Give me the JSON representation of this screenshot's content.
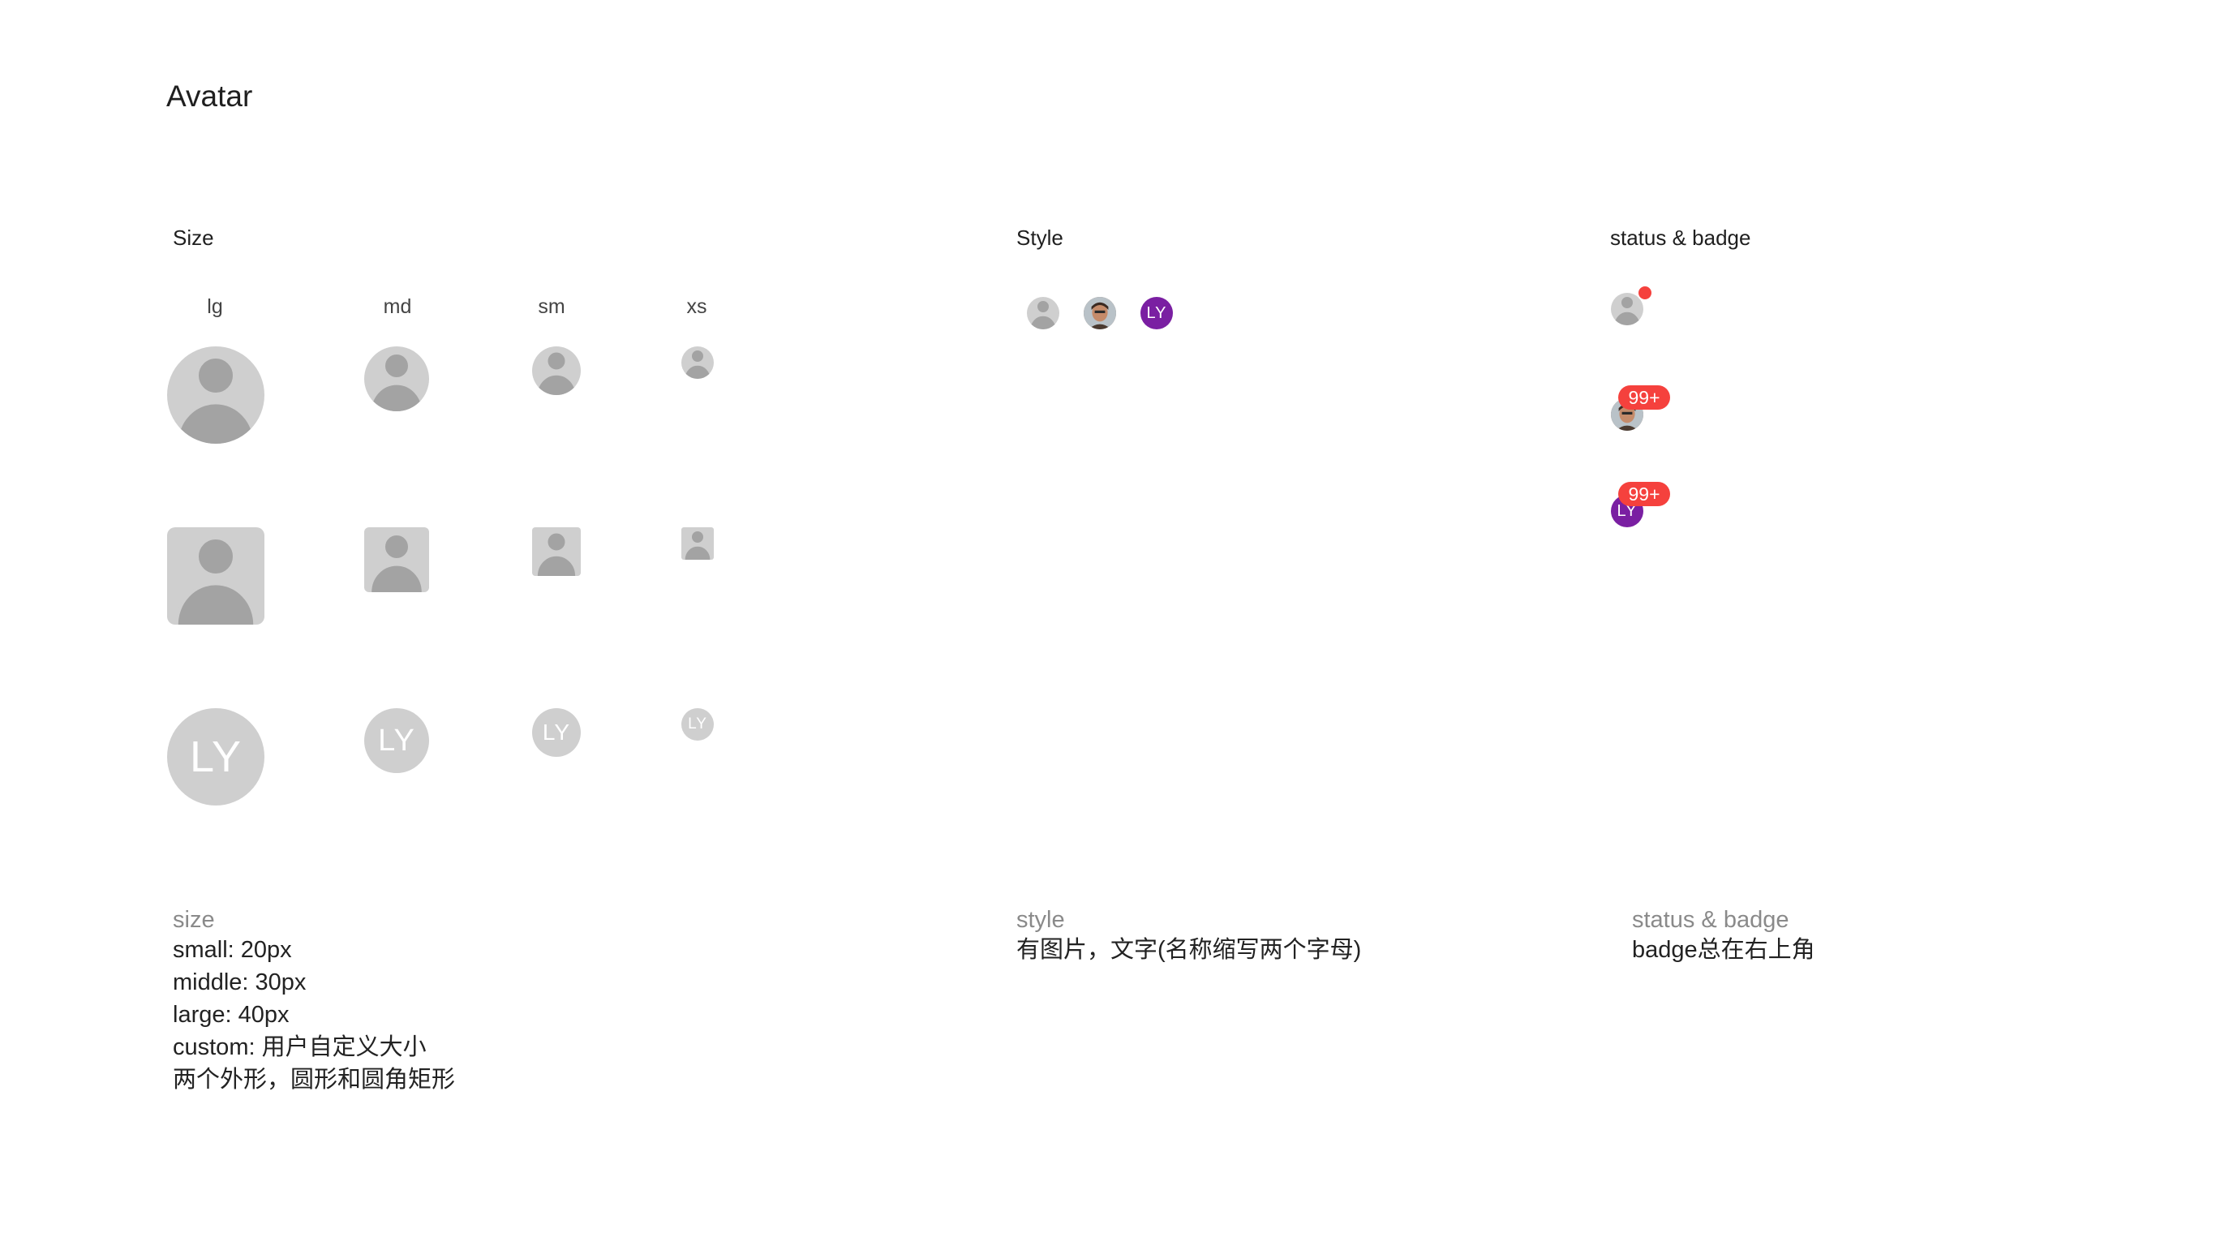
{
  "page_title": "Avatar",
  "sections": {
    "size": {
      "title": "Size",
      "columns": [
        "lg",
        "md",
        "sm",
        "xs"
      ],
      "initials": "LY"
    },
    "style": {
      "title": "Style",
      "initials": "LY"
    },
    "status_badge": {
      "title": "status & badge",
      "badge_count": "99+",
      "initials": "LY"
    }
  },
  "notes": {
    "size": {
      "heading": "size",
      "lines": [
        "small: 20px",
        "middle: 30px",
        "large: 40px",
        "custom: 用户自定义大小",
        "两个外形，圆形和圆角矩形"
      ]
    },
    "style": {
      "heading": "style",
      "lines": [
        "有图片，文字(名称缩写两个字母)"
      ]
    },
    "status_badge": {
      "heading": "status & badge",
      "lines": [
        "badge总在右上角"
      ]
    }
  },
  "colors": {
    "avatar_gray": "#cfcfcf",
    "avatar_glyph": "#a3a3a3",
    "avatar_purple": "#7a1fa2",
    "badge_red": "#f5413d"
  },
  "icons": [
    "default-user-icon"
  ]
}
